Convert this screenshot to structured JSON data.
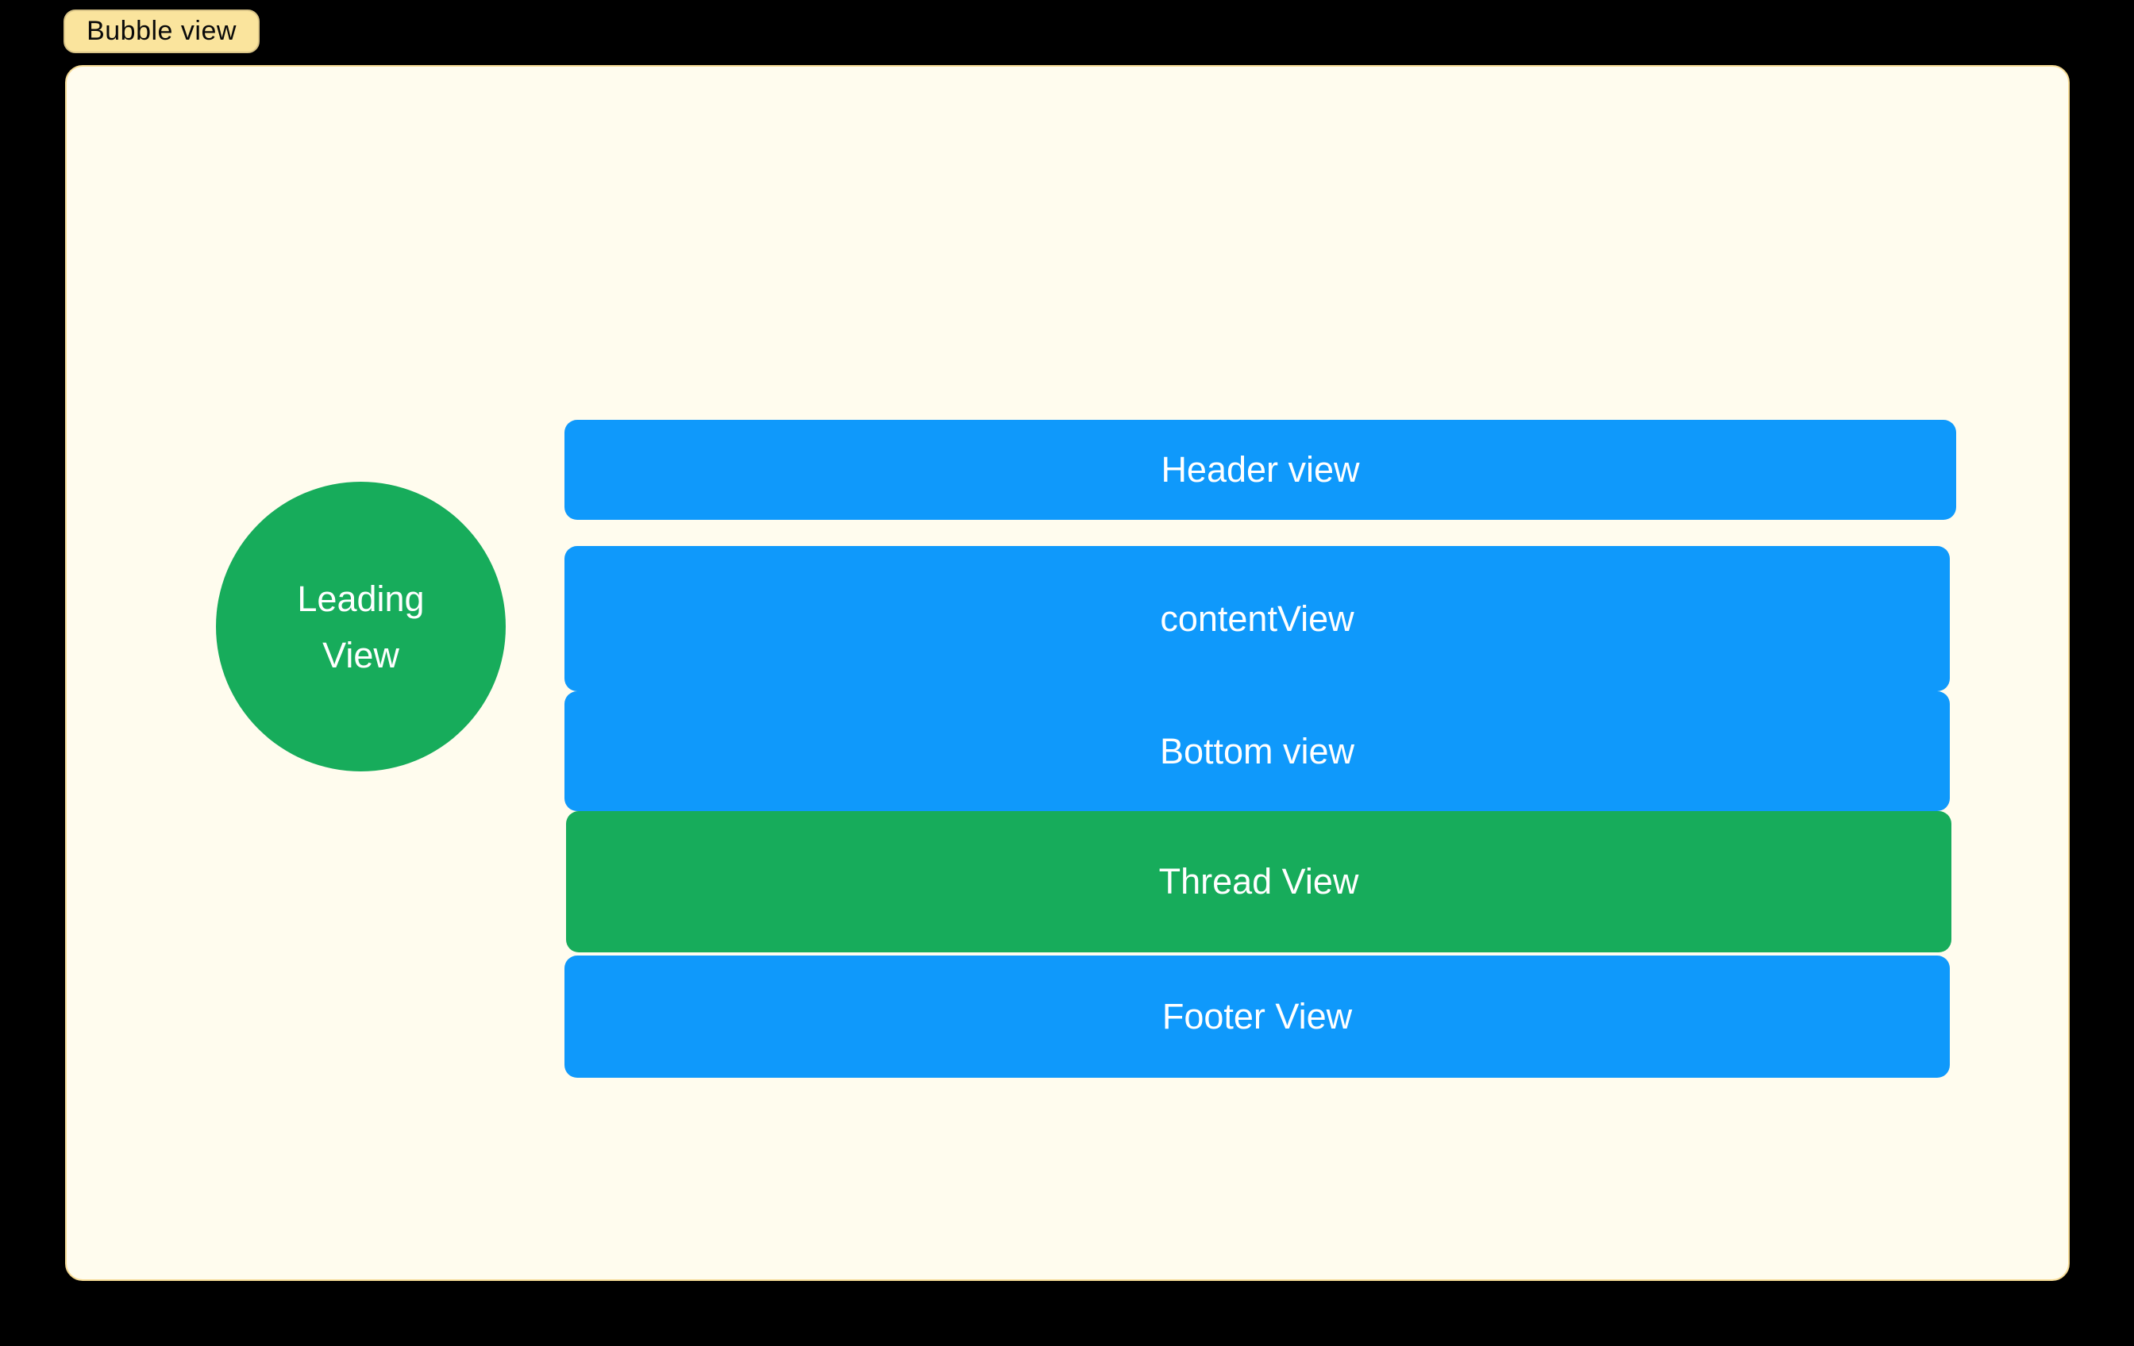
{
  "window": {
    "background_color": "#000000"
  },
  "bubble_tag": {
    "label": "Bubble view",
    "fill_color": "#FAE49D",
    "border_color": "#D9C487",
    "text_color": "#0A0A0A"
  },
  "panel": {
    "fill_color": "#FFFCEE",
    "border_color": "#F5DA94"
  },
  "leading_view": {
    "line1": "Leading",
    "line2": "View",
    "fill_color": "#17AC5B",
    "text_color": "#FFFFFF"
  },
  "bars": {
    "header": {
      "label": "Header view",
      "fill_color": "#0F99FB"
    },
    "content": {
      "label": "contentView",
      "fill_color": "#0F99FB"
    },
    "bottom": {
      "label": "Bottom view",
      "fill_color": "#0F99FB"
    },
    "thread": {
      "label": "Thread View",
      "fill_color": "#17AC5B"
    },
    "footer": {
      "label": "Footer View",
      "fill_color": "#0F99FB"
    }
  },
  "bar_text_color": "#FFFFFF"
}
